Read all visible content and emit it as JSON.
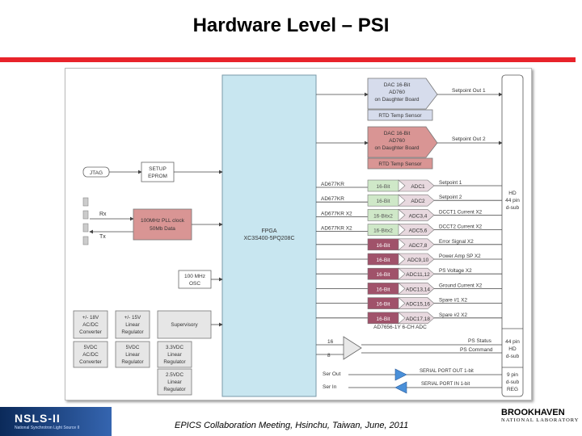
{
  "title": "Hardware Level – PSI",
  "footer": "EPICS Collaboration Meeting, Hsinchu, Taiwan, June, 2011",
  "logos": {
    "left_text": "NSLS-II",
    "left_sub": "National Synchrotron Light Source II",
    "right_line1": "BROOKHAVEN",
    "right_line2": "NATIONAL LABORATORY"
  },
  "colors": {
    "fpga": "#c8e6f0",
    "dac_blue": "#d6dcec",
    "dac_red": "#d99594",
    "adc_bit": "#a0526a",
    "adc_bubble": "#e8d9df",
    "bit_green": "#cfe8c8",
    "title_bar": "#e8232a"
  },
  "diagram": {
    "fpga": {
      "line1": "FPGA",
      "line2": "XC3S400-5PQ208C"
    },
    "dac1": {
      "l1": "DAC 16-Bit",
      "l2": "AD760",
      "l3": "on Daughter Board",
      "rtd": "RTD Temp Sensor",
      "out": "Setpoint Out 1"
    },
    "dac2": {
      "l1": "DAC 16-Bit",
      "l2": "AD760",
      "l3": "on Daughter Board",
      "rtd": "RTD Temp Sensor",
      "out": "Setpoint Out 2"
    },
    "jtag": "JTAG",
    "setup": {
      "l1": "SETUP",
      "l2": "EPROM"
    },
    "pll": {
      "l1": "100MHz PLL clock",
      "l2": "50Mb Data",
      "rx": "Rx",
      "tx": "Tx"
    },
    "osc": {
      "l1": "100 MHz",
      "l2": "OSC"
    },
    "adc_rows": [
      {
        "chip": "AD677KR",
        "bit": "16-Bit",
        "adc": "ADC1",
        "sig": "Setpoint 1"
      },
      {
        "chip": "AD677KR",
        "bit": "16-Bit",
        "adc": "ADC2",
        "sig": "Setpoint 2"
      },
      {
        "chip": "AD677KR X2",
        "bit": "16-Bitx2",
        "adc": "ADC3,4",
        "sig": "DCCT1 Current X2"
      },
      {
        "chip": "AD677KR X2",
        "bit": "16-Bitx2",
        "adc": "ADC5,6",
        "sig": "DCCT2 Current X2"
      },
      {
        "chip": "",
        "bit": "16-Bit",
        "adc": "ADC7,8",
        "sig": "Error Signal X2"
      },
      {
        "chip": "",
        "bit": "16-Bit",
        "adc": "ADC9,10",
        "sig": "Power Amp SP X2"
      },
      {
        "chip": "",
        "bit": "16-Bit",
        "adc": "ADC11,12",
        "sig": "PS Voltage X2"
      },
      {
        "chip": "",
        "bit": "16-Bit",
        "adc": "ADC13,14",
        "sig": "Ground Current X2"
      },
      {
        "chip": "",
        "bit": "16-Bit",
        "adc": "ADC15,16",
        "sig": "Spare #1 X2"
      },
      {
        "chip": "",
        "bit": "16-Bit",
        "adc": "ADC17,18",
        "sig": "Spare #2 X2"
      }
    ],
    "adc_caption": "AD7656-1Y 6-CH ADC",
    "conn_hd44": {
      "l1": "HD",
      "l2": "44 pin",
      "l3": "d-sub"
    },
    "conn_44hd": {
      "l1": "44 pin",
      "l2": "HD",
      "l3": "d-sub"
    },
    "conn_9pin": {
      "l1": "9 pin",
      "l2": "d-sub",
      "l3": "REG"
    },
    "ps_status": "PS Status",
    "ps_command": "PS Command",
    "bits16": "16",
    "bits8": "8",
    "ser_out": "Ser Out",
    "ser_in": "Ser In",
    "serial_out": "SERIAL PORT OUT 1-bit",
    "serial_in": "SERIAL PORT IN 1-bit",
    "power": [
      {
        "l1": "+/- 18V",
        "l2": "AC/DC",
        "l3": "Converter"
      },
      {
        "l1": "+/- 15V",
        "l2": "Linear",
        "l3": "Regulator"
      },
      {
        "l1": "Supervisory",
        "l2": "",
        "l3": ""
      },
      {
        "l1": "5VDC",
        "l2": "AC/DC",
        "l3": "Converter"
      },
      {
        "l1": "5VDC",
        "l2": "Linear",
        "l3": "Regulator"
      },
      {
        "l1": "3.3VDC",
        "l2": "Linear",
        "l3": "Regulator"
      },
      {
        "l1": "2.5VDC",
        "l2": "Linear",
        "l3": "Regulator"
      }
    ]
  }
}
